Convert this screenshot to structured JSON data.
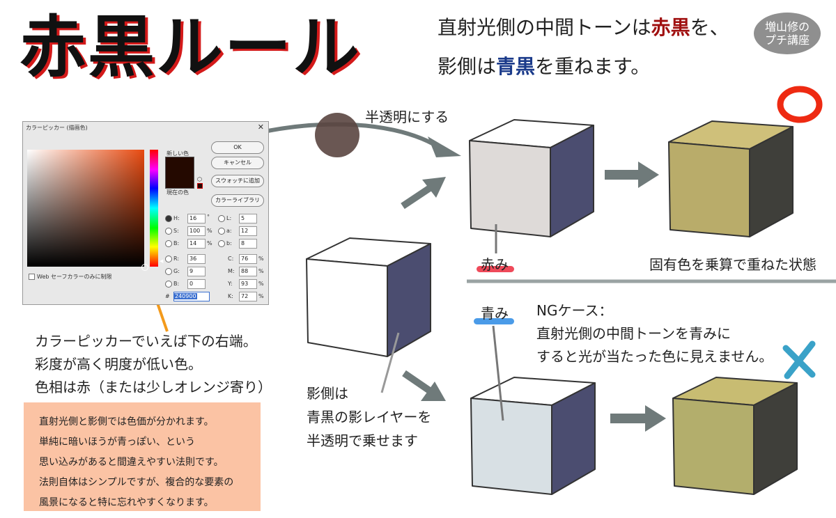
{
  "title": "赤黒ルール",
  "header": {
    "line1_pre": "直射光側の中間トーンは",
    "line1_red": "赤黒",
    "line1_post": "を、",
    "line2_pre": "影側は",
    "line2_navy": "青黒",
    "line2_post": "を重ねます。"
  },
  "badge": {
    "line1": "増山修の",
    "line2": "プチ講座"
  },
  "picker": {
    "title": "カラーピッカー (描画色)",
    "new_label": "新しい色",
    "current_label": "現在の色",
    "ok": "OK",
    "cancel": "キャンセル",
    "add_swatch": "スウォッチに追加",
    "library": "カラーライブラリ",
    "web_only": "Web セーフカラーのみに制限",
    "h_label": "H:",
    "h": "16",
    "h_unit": "°",
    "s_label": "S:",
    "s": "100",
    "s_unit": "%",
    "b_label": "B:",
    "b": "14",
    "b_unit": "%",
    "r_label": "R:",
    "r": "36",
    "g_label": "G:",
    "g": "9",
    "bb_label": "B:",
    "bb": "0",
    "l_label": "L:",
    "l": "5",
    "a_label": "a:",
    "a": "12",
    "lb_label": "b:",
    "lb": "8",
    "c_label": "C:",
    "c": "76",
    "m_label": "M:",
    "m": "88",
    "y_label": "Y:",
    "y": "93",
    "k_label": "K:",
    "k": "72",
    "pct": "%",
    "hash": "#",
    "hex": "240900"
  },
  "left_text": {
    "l1": "カラーピッカーでいえば下の右端。",
    "l2": "彩度が高く明度が低い色。",
    "l3": "色相は赤（または少しオレンジ寄り）"
  },
  "note": {
    "l1": "直射光側と影側では色価が分かれます。",
    "l2": "単純に暗いほうが青っぽい、という",
    "l3": "思い込みがあると間違えやすい法則です。",
    "l4": "法則自体はシンプルですが、複合的な要素の",
    "l5": "風景になると特に忘れやすくなります。"
  },
  "semi_label": "半透明にする",
  "akami": "赤み",
  "fixed_label": "固有色を乗算で重ねた状態",
  "aomi": "青み",
  "ng": {
    "l1": "NGケース：",
    "l2": "直射光側の中間トーンを青みに",
    "l3": "すると光が当たった色に見えません。"
  },
  "shadow_text": {
    "l1": "影側は",
    "l2": "青黒の影レイヤーを",
    "l3": "半透明で乗せます"
  },
  "colors": {
    "red_black": "#a01010",
    "blue_black": "#1a3a8a",
    "shadow_face": "#4b4d70",
    "olive": "#b9ac6a",
    "swatch": "#240900"
  }
}
